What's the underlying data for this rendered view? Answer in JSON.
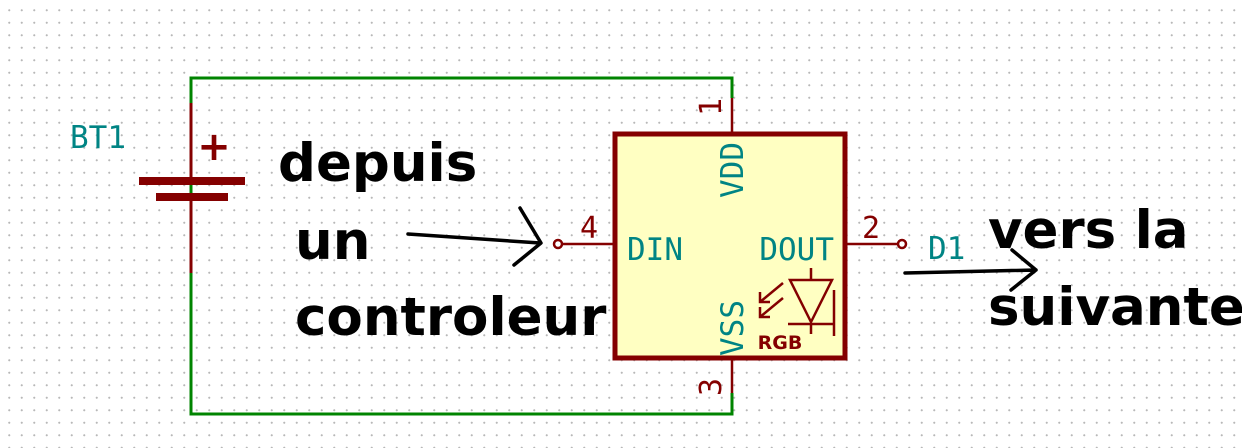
{
  "battery": {
    "reference": "BT1",
    "polarity_mark": "+"
  },
  "led": {
    "value": "D1",
    "pins": {
      "vdd": {
        "number": "1",
        "name": "VDD"
      },
      "dout": {
        "number": "2",
        "name": "DOUT"
      },
      "vss": {
        "number": "3",
        "name": "VSS"
      },
      "din": {
        "number": "4",
        "name": "DIN"
      }
    },
    "rgb_label": "RGB"
  },
  "annotations": {
    "input_line1": "depuis",
    "input_line2": "un",
    "input_line3": "controleur",
    "output_line1": "vers la",
    "output_line2": "suivante"
  },
  "colors": {
    "wire": "#008400",
    "component": "#840000",
    "body_fill": "#ffffc2",
    "label": "#008484",
    "annotation": "#000000"
  }
}
